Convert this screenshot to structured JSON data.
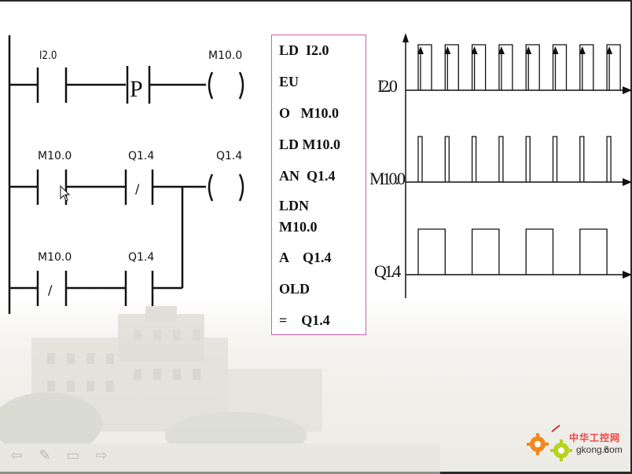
{
  "ladder": {
    "rung1": {
      "contact1_label": "I2.0",
      "pulse_symbol": "P",
      "coil_label": "M10.0"
    },
    "rung2": {
      "contact1_label": "M10.0",
      "contact2_label": "Q1.4",
      "contact2_symbol": "/",
      "coil_label": "Q1.4"
    },
    "rung3": {
      "contact1_label": "M10.0",
      "contact1_symbol": "/",
      "contact2_label": "Q1.4"
    }
  },
  "instruction_list": [
    "LD  I2.0",
    "EU",
    "O   M10.0",
    "LD M10.0",
    "AN  Q1.4",
    "LDN M10.0",
    "A    Q1.4",
    "OLD",
    "=    Q1.4"
  ],
  "timing": {
    "signals": [
      {
        "label": "I2.0",
        "type": "input-pulses",
        "count": 8
      },
      {
        "label": "M10.0",
        "type": "edge-pulses",
        "count": 8
      },
      {
        "label": "Q1.4",
        "type": "toggle-output",
        "count": 4
      }
    ]
  },
  "footer": {
    "logo_cn": "中华工控网",
    "logo_en": "gkong.com",
    "page_number": "6"
  },
  "nav": {
    "prev": "⇦",
    "pen": "✎",
    "menu": "▭",
    "next": "⇨"
  },
  "colors": {
    "instruction_border": "#d55cb6",
    "ink": "#111111",
    "logo_red": "#e44444",
    "logo_orange": "#f08a1e",
    "logo_green": "#b6d41c"
  }
}
